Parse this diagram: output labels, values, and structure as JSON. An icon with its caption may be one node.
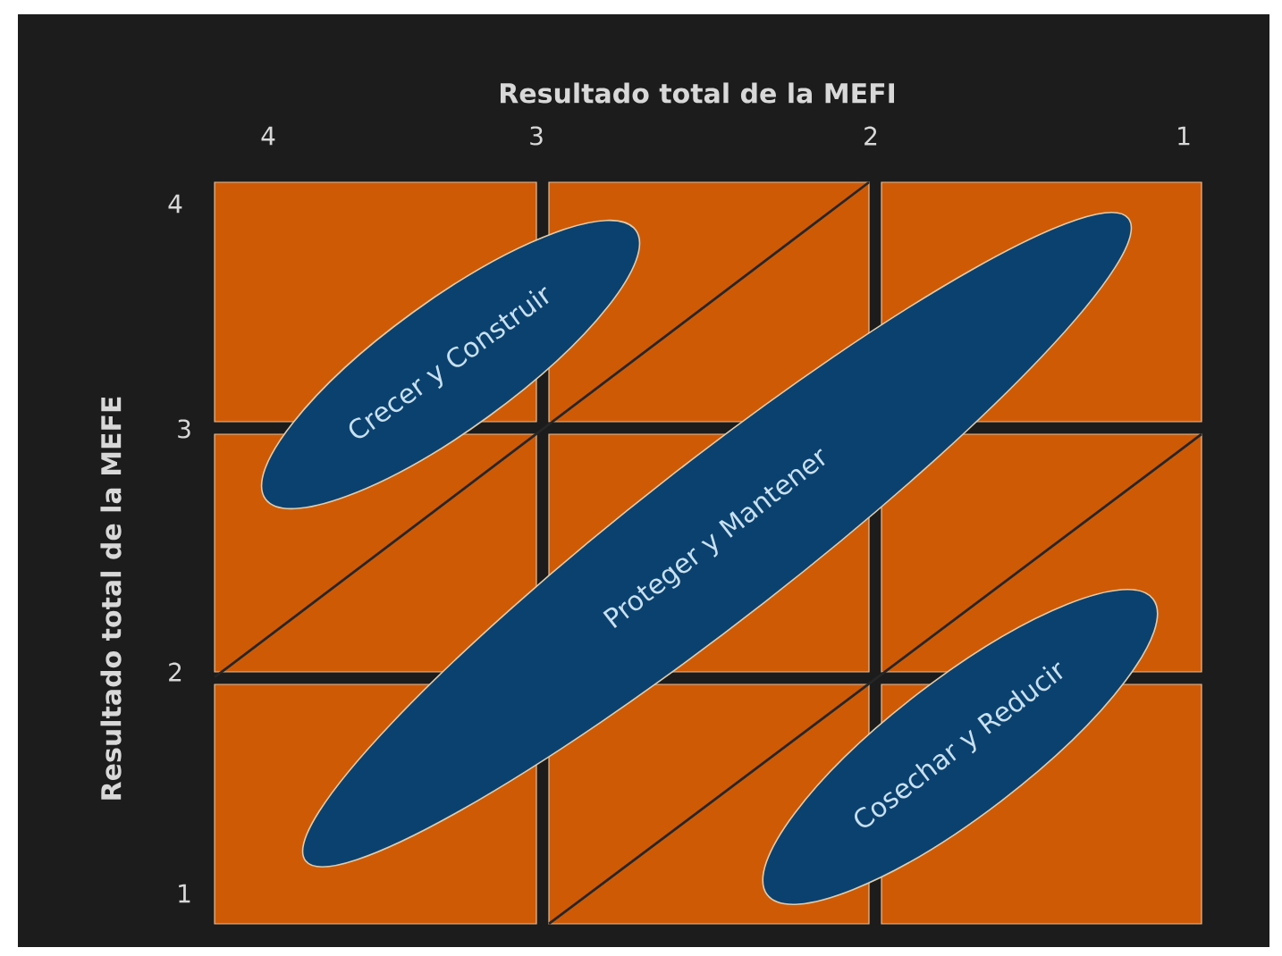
{
  "diagram": {
    "nodes": [
      {
        "text": [
          "Crecer y Construir"
        ]
      },
      {
        "text": [
          "Proteger y Mantener"
        ]
      },
      {
        "text": [
          "Cosechar y Reducir"
        ]
      }
    ],
    "labels": [
      "Resultado total de la MEFI",
      "4",
      "3",
      "2",
      "1",
      "Resultado total de la MEFE",
      "4",
      "3",
      "2",
      "1"
    ]
  }
}
